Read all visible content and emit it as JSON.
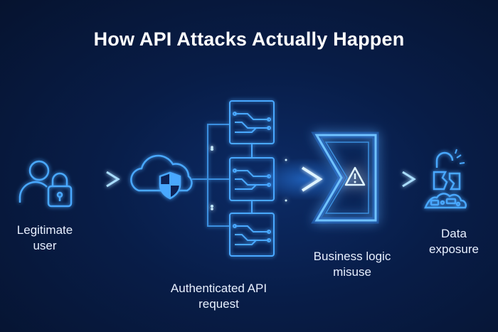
{
  "title": "How API Attacks Actually Happen",
  "stages": [
    {
      "icon": "user-lock-icon",
      "line1": "Legitimate",
      "line2": "user"
    },
    {
      "icon": "cloud-shield-icon",
      "line1": "Authenticated API",
      "line2": "request"
    },
    {
      "icon": "business-logic-warning-icon",
      "line1": "Business logic",
      "line2": "misuse"
    },
    {
      "icon": "broken-lock-data-pile-icon",
      "line1": "Data",
      "line2": "exposure"
    }
  ],
  "colors": {
    "background": "#081d48",
    "accent": "#3ea6ff",
    "glow": "#7fd0ff",
    "text": "#ffffff"
  }
}
